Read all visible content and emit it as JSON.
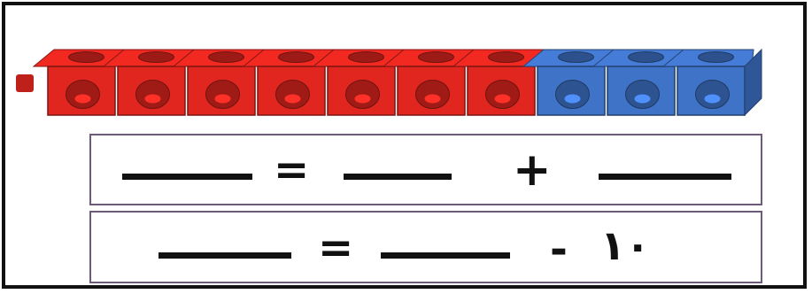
{
  "colors": {
    "red_cube": "#e0261f",
    "blue_cube": "#3f73c8",
    "ink": "#111111",
    "box_border": "#6b5a78"
  },
  "cubes": {
    "red_count": 7,
    "blue_count": 3
  },
  "equation1": {
    "equals": "=",
    "plus": "+"
  },
  "equation2": {
    "equals": "=",
    "minus": "-",
    "ten": "١٠"
  }
}
